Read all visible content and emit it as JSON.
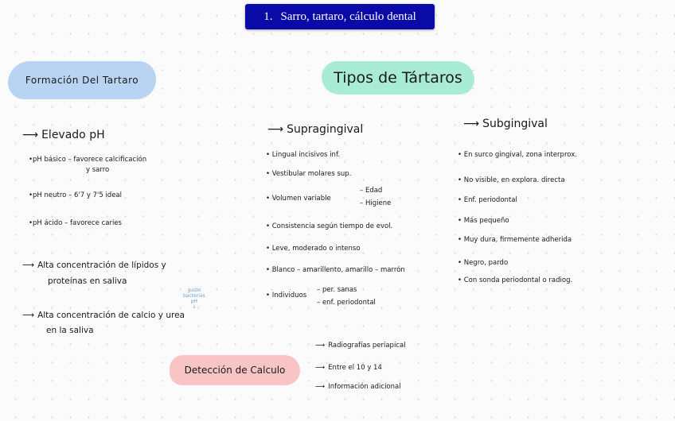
{
  "title": {
    "number": "1.",
    "text": "Sarro, tartaro, cálculo dental"
  },
  "formacion": {
    "heading": "Formación Del Tartaro",
    "items": [
      "Elevado pH",
      "•pH básico – favorece calcificación",
      "y sarro",
      "•pH neutro – 6'7 y 7'5 ideal",
      "•pH ácido – favorece caries",
      "Alta concentración de lípidos y",
      "proteínas en saliva",
      "Alta concentración de calcio y urea",
      "en la saliva"
    ],
    "note": [
      "gusto",
      "bacterias",
      "pH",
      "↓"
    ]
  },
  "tipos": {
    "heading": "Tipos de Tártaros",
    "supragingival": {
      "heading": "Supragingival",
      "items": [
        "• Lingual incisivos inf.",
        "• Vestibular molares sup.",
        "• Volumen variable",
        "– Edad",
        "– Higiene",
        "• Consistencia según tiempo de evol.",
        "• Leve, moderado o intenso",
        "• Blanco – amarillento, amarillo – marrón",
        "• Individuos",
        "– per. sanas",
        "– enf. periodontal"
      ]
    },
    "subgingival": {
      "heading": "Subgingival",
      "items": [
        "• En surco gingival, zona interprox.",
        "• No visible, en explora. directa",
        "• Enf. periodontal",
        "• Más pequeño",
        "• Muy dura, firmemente adherida",
        "• Negro, pardo",
        "• Con sonda periodontal o radiog."
      ]
    }
  },
  "deteccion": {
    "heading": "Detección de Calculo",
    "items": [
      "Radiografías periapical",
      "Entre el 10 y 14",
      "Información adicional"
    ]
  }
}
